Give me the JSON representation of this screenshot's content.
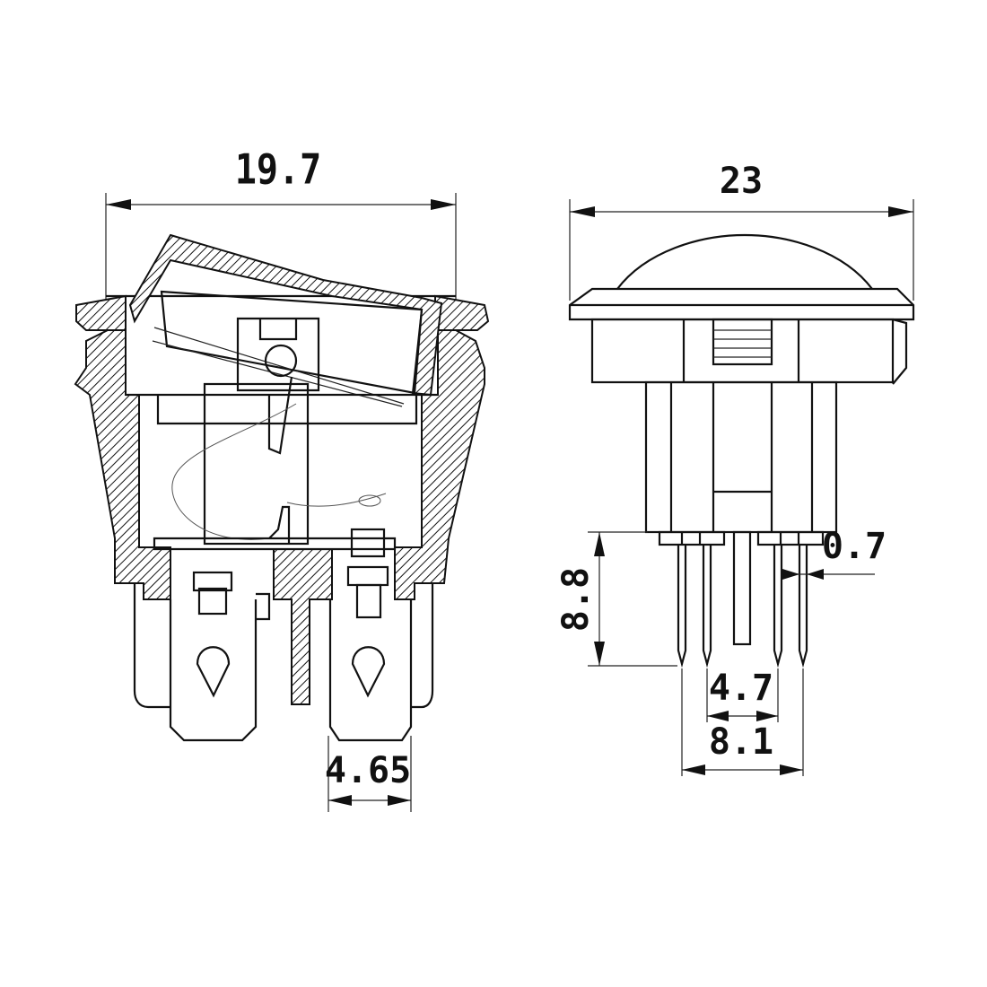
{
  "drawing": {
    "front_view": {
      "width_label": "19.7",
      "terminal_label": "4.65"
    },
    "side_view": {
      "width_label": "23",
      "pin_height_label": "8.8",
      "pin_width_label": "0.7",
      "pin_spacing_inner_label": "4.7",
      "pin_spacing_outer_label": "8.1"
    },
    "colors": {
      "line": "#111111",
      "background": "#ffffff"
    }
  }
}
